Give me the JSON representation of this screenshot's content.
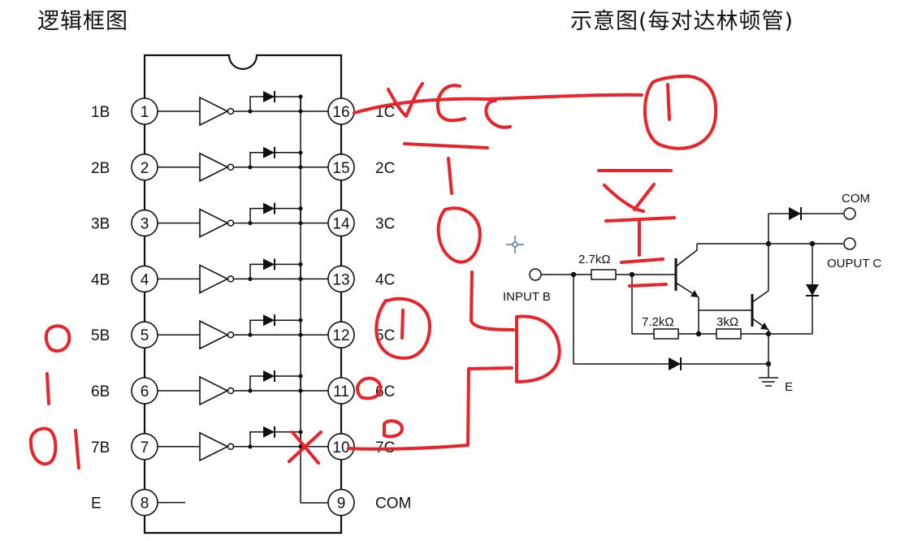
{
  "titles": {
    "logic": "逻辑框图",
    "schematic": "示意图(每对达林顿管)"
  },
  "chip": {
    "left_labels": [
      "1B",
      "2B",
      "3B",
      "4B",
      "5B",
      "6B",
      "7B",
      "E"
    ],
    "left_pins": [
      "1",
      "2",
      "3",
      "4",
      "5",
      "6",
      "7",
      "8"
    ],
    "right_pins": [
      "16",
      "15",
      "14",
      "13",
      "12",
      "11",
      "10",
      "9"
    ],
    "right_labels": [
      "1C",
      "2C",
      "3C",
      "4C",
      "5C",
      "6C",
      "7C",
      "COM"
    ]
  },
  "schematic": {
    "input": "INPUT B",
    "r1": "2.7kΩ",
    "r2": "7.2kΩ",
    "r3": "3kΩ",
    "com": "COM",
    "output": "OUPUT C",
    "ground": "E"
  },
  "annotations": {
    "vcc": "VCC",
    "one": "1",
    "zero": "0",
    "ink_color": "#e8232a"
  }
}
